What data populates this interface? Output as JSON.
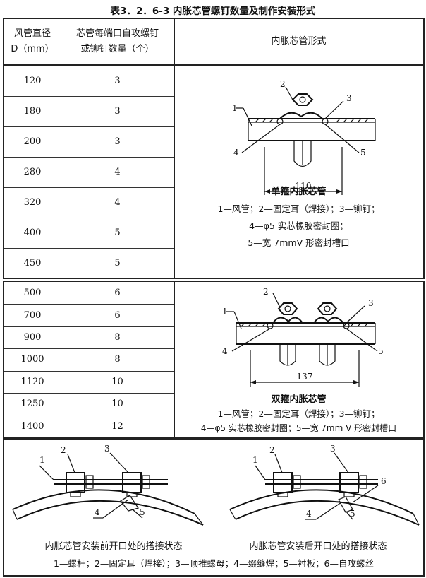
{
  "caption": "表3．2．6-3 内胀芯管螺钉数量及制作安装形式",
  "header": {
    "col1_line1": "风管直径",
    "col1_line2": "D（mm）",
    "col2_line1": "芯管每端口自攻螺钉",
    "col2_line2": "或铆钉数量（个）",
    "col3": "内胀芯管形式"
  },
  "group1_rows": [
    {
      "diameter": "120",
      "count": "3"
    },
    {
      "diameter": "180",
      "count": "3"
    },
    {
      "diameter": "200",
      "count": "3"
    },
    {
      "diameter": "280",
      "count": "4"
    },
    {
      "diameter": "320",
      "count": "4"
    },
    {
      "diameter": "400",
      "count": "5"
    },
    {
      "diameter": "450",
      "count": "5"
    }
  ],
  "group2_rows": [
    {
      "diameter": "500",
      "count": "6"
    },
    {
      "diameter": "700",
      "count": "6"
    },
    {
      "diameter": "900",
      "count": "8"
    },
    {
      "diameter": "1000",
      "count": "8"
    },
    {
      "diameter": "1120",
      "count": "10"
    },
    {
      "diameter": "1250",
      "count": "10"
    },
    {
      "diameter": "1400",
      "count": "12"
    }
  ],
  "fig1": {
    "labels": [
      "1",
      "2",
      "3",
      "4",
      "5"
    ],
    "dimension": "110",
    "title": "单箍内胀芯管",
    "legend_1": "1—风管；2—固定耳（焊接）；3—铆钉；",
    "legend_2": "4—φ5 实芯橡胶密封圈；",
    "legend_3": "5—宽 7mmV 形密封槽口"
  },
  "fig2": {
    "labels": [
      "1",
      "2",
      "3",
      "4",
      "5"
    ],
    "dimension": "137",
    "title": "双箍内胀芯管",
    "legend_1": "1—风管；2—固定耳（焊接）；3—铆钉；",
    "legend_2": "4—φ5 实芯橡胶密封圈；5—宽 7mm V 形密封槽口"
  },
  "fig3": {
    "left_labels": [
      "1",
      "2",
      "3",
      "4",
      "5"
    ],
    "right_labels": [
      "1",
      "2",
      "3",
      "4",
      "5",
      "6"
    ],
    "left_caption": "内胀芯管安装前开口处的搭接状态",
    "right_caption": "内胀芯管安装后开口处的搭接状态",
    "legend": "1—螺杆；2—固定耳（焊接）；3—顶推螺母；4—缀缝焊；5—衬板；6—自攻螺丝"
  }
}
